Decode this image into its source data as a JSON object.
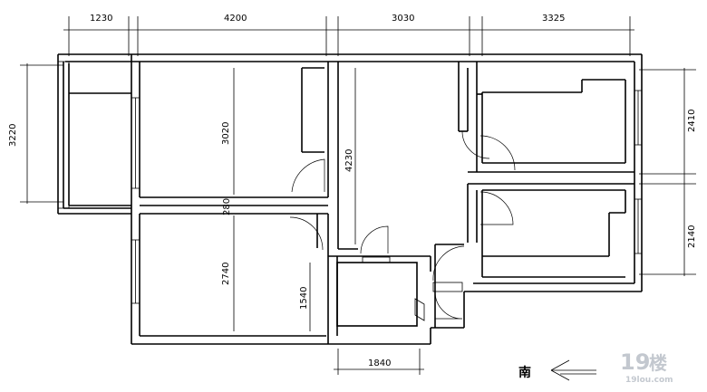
{
  "dimensions": {
    "top": [
      "1230",
      "4200",
      "3030",
      "3325"
    ],
    "left": "3220",
    "right_upper": "2410",
    "right_lower": "2140",
    "room_a_height": "3020",
    "wall_gap": "280",
    "room_b_height": "2740",
    "corridor_height": "4230",
    "kitchen_height": "1540",
    "bottom": "1840"
  },
  "orientation": {
    "label": "南",
    "arrow_icon": "left-arrow-icon"
  },
  "watermark": {
    "brand": "19楼",
    "domain": "19lou.com"
  }
}
